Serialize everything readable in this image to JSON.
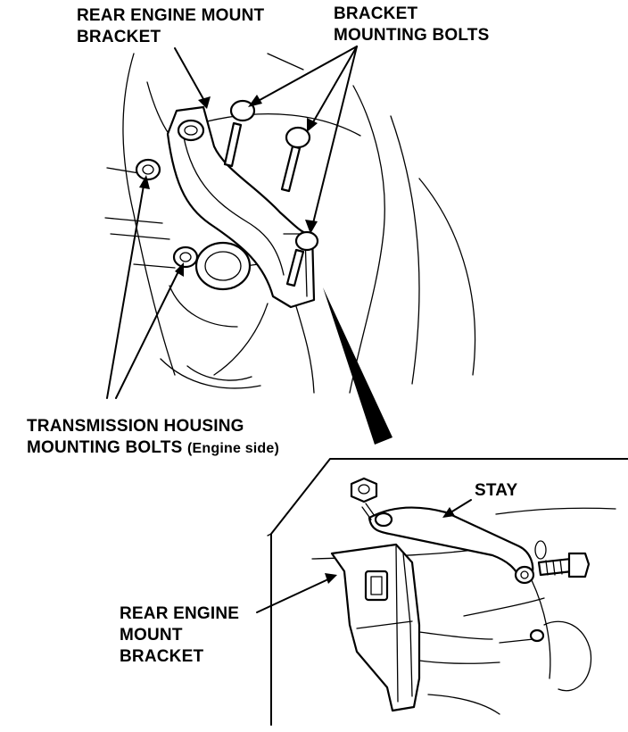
{
  "callouts": {
    "rear_engine_mount_bracket_top": [
      "REAR ENGINE MOUNT",
      "BRACKET"
    ],
    "bracket_mounting_bolts": [
      "BRACKET",
      "MOUNTING BOLTS"
    ],
    "transmission_housing_bolts": {
      "line1": "TRANSMISSION HOUSING",
      "line2": "MOUNTING BOLTS",
      "note": "(Engine side)"
    },
    "stay": "STAY",
    "rear_engine_mount_bracket_bottom": [
      "REAR ENGINE",
      "MOUNT",
      "BRACKET"
    ]
  }
}
